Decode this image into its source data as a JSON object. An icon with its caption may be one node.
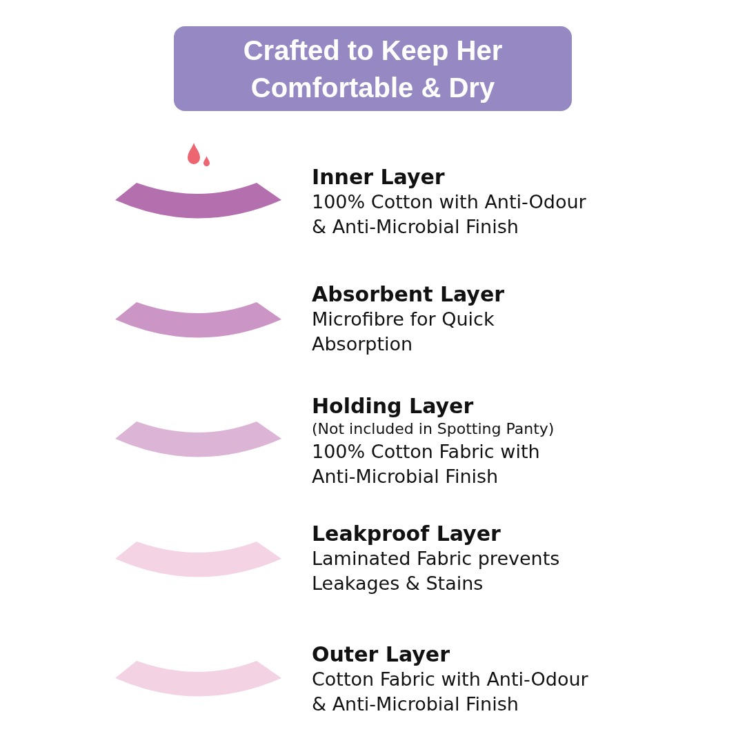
{
  "diagram": {
    "title": "Crafted to Keep Her Comfortable & Dry",
    "nodes": [
      {
        "text": [
          "Inner Layer",
          "100% Cotton with Anti-Odour & Anti-Microbial Finish"
        ]
      },
      {
        "text": [
          "Absorbent Layer",
          "Microfibre for Quick Absorption"
        ]
      },
      {
        "text": [
          "Holding Layer",
          "(Not included in Spotting Panty)",
          "100% Cotton Fabric with Anti-Microbial Finish"
        ]
      },
      {
        "text": [
          "Leakproof Layer",
          "Laminated Fabric prevents Leakages & Stains"
        ]
      },
      {
        "text": [
          "Outer Layer",
          "Cotton Fabric with Anti-Odour & Anti-Microbial Finish"
        ]
      }
    ]
  }
}
